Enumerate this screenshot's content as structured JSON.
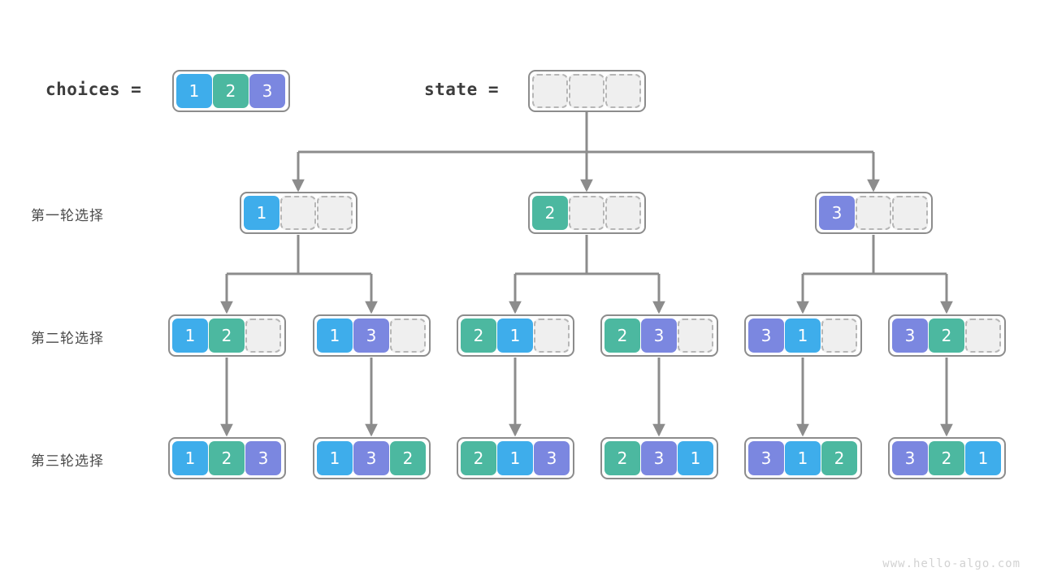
{
  "diagram": {
    "title_vars": {
      "choices_label": "choices =",
      "state_label": "state ="
    },
    "row_labels": [
      "第一轮选择",
      "第二轮选择",
      "第三轮选择"
    ],
    "watermark": "www.hello-algo.com",
    "colors": {
      "value_1": "#3eadeb",
      "value_2": "#4cb8a0",
      "value_3": "#7b87e0",
      "empty_fill": "#efefef",
      "empty_border": "#b6b6b6",
      "node_border": "#8c8c8c",
      "connector": "#8c8c8c",
      "label_text": "#4a4a4a",
      "watermark_text": "#d2d2d2",
      "background": "#ffffff"
    },
    "nodes": {
      "choices": {
        "cells": [
          "1",
          "2",
          "3"
        ]
      },
      "state": {
        "cells": [
          "",
          "",
          ""
        ]
      },
      "round1": [
        {
          "cells": [
            "1",
            "",
            ""
          ]
        },
        {
          "cells": [
            "2",
            "",
            ""
          ]
        },
        {
          "cells": [
            "3",
            "",
            ""
          ]
        }
      ],
      "round2": [
        {
          "cells": [
            "1",
            "2",
            ""
          ]
        },
        {
          "cells": [
            "1",
            "3",
            ""
          ]
        },
        {
          "cells": [
            "2",
            "1",
            ""
          ]
        },
        {
          "cells": [
            "2",
            "3",
            ""
          ]
        },
        {
          "cells": [
            "3",
            "1",
            ""
          ]
        },
        {
          "cells": [
            "3",
            "2",
            ""
          ]
        }
      ],
      "round3": [
        {
          "cells": [
            "1",
            "2",
            "3"
          ]
        },
        {
          "cells": [
            "1",
            "3",
            "2"
          ]
        },
        {
          "cells": [
            "2",
            "1",
            "3"
          ]
        },
        {
          "cells": [
            "2",
            "3",
            "1"
          ]
        },
        {
          "cells": [
            "3",
            "1",
            "2"
          ]
        },
        {
          "cells": [
            "3",
            "2",
            "1"
          ]
        }
      ]
    }
  }
}
